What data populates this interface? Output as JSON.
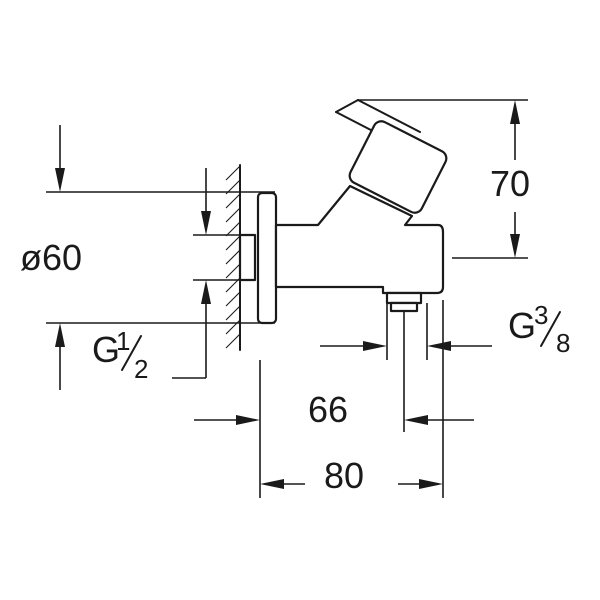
{
  "dimensions": {
    "diameter_symbol": "ø",
    "diameter_value": "60",
    "height": "70",
    "depth_outlet": "66",
    "depth_total": "80"
  },
  "threads": {
    "inlet": {
      "letter": "G",
      "numerator": "1",
      "denominator": "2"
    },
    "outlet": {
      "letter": "G",
      "numerator": "3",
      "denominator": "8"
    }
  }
}
